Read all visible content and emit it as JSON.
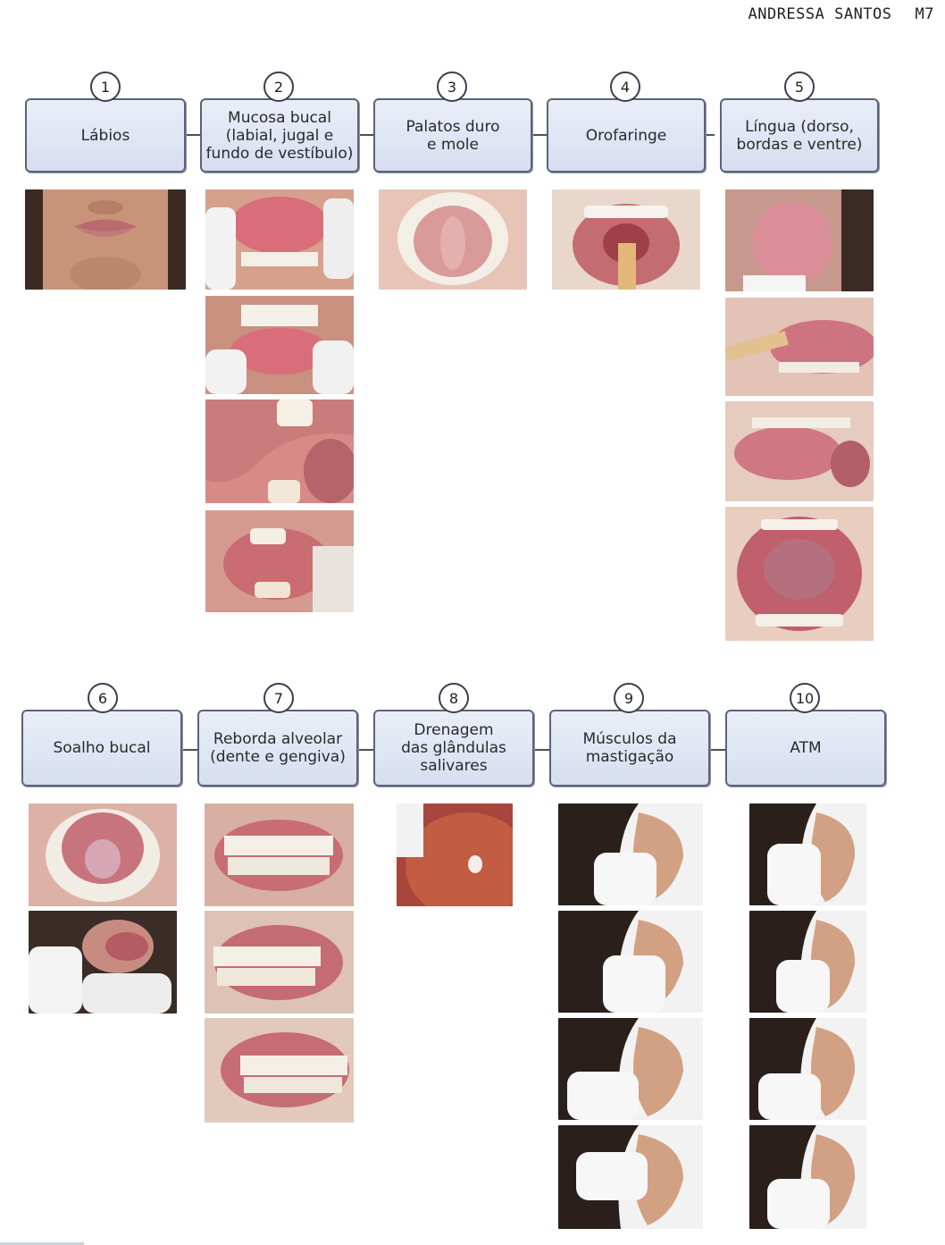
{
  "header": {
    "author": "ANDRESSA SANTOS",
    "code": "M7"
  },
  "steps": [
    {
      "number": "1",
      "label": "Lábios"
    },
    {
      "number": "2",
      "label": "Mucosa bucal\n(labial, jugal e\nfundo de vestíbulo)"
    },
    {
      "number": "3",
      "label": "Palatos duro\ne mole"
    },
    {
      "number": "4",
      "label": "Orofaringe"
    },
    {
      "number": "5",
      "label": "Língua (dorso,\nbordas e ventre)"
    },
    {
      "number": "6",
      "label": "Soalho bucal"
    },
    {
      "number": "7",
      "label": "Reborda alveolar\n(dente e gengiva)"
    },
    {
      "number": "8",
      "label": "Drenagem\ndas glândulas\nsalivares"
    },
    {
      "number": "9",
      "label": "Músculos da\nmastigação"
    },
    {
      "number": "10",
      "label": "ATM"
    }
  ],
  "colors": {
    "box_fill": "#dfe5f3",
    "box_border": "#5b6378",
    "connector": "#4a4f5c"
  }
}
